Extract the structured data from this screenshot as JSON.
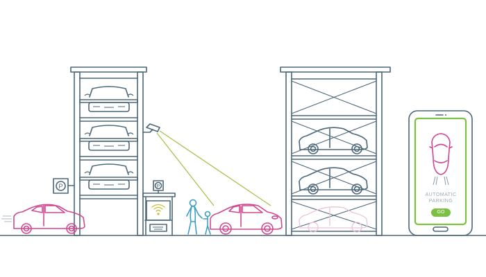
{
  "scene": {
    "title": "Automated multi-level car parking illustration",
    "colors": {
      "structure": "#4a6677",
      "car_moving": "#d0478f",
      "car_faded": "#ecc3d8",
      "camera_beam": "#a8c24e",
      "person": "#3b9fc4",
      "phone_screen_border": "#7cc043"
    }
  },
  "signs": {
    "parking_sign_left": "P",
    "parking_sign_kiosk": "P"
  },
  "kiosk": {
    "icon": "wifi-icon"
  },
  "phone": {
    "app_label_line1": "AUTOMATIC",
    "app_label_line2": "PARKING",
    "go_button": "GO"
  }
}
